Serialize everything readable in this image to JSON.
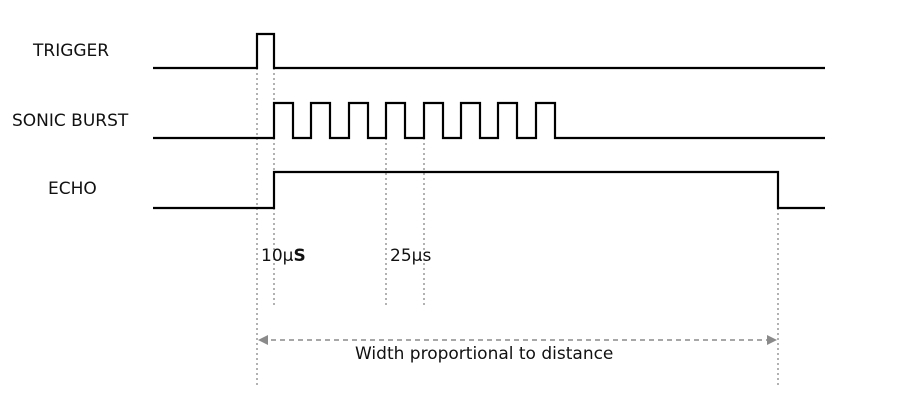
{
  "signals": {
    "trigger": "TRIGGER",
    "sonic_burst": "SONIC BURST",
    "echo": "ECHO"
  },
  "annotations": {
    "trigger_pulse": {
      "value": "10µ",
      "unit": "S"
    },
    "burst_period": "25µs",
    "echo_width": "Width proportional to distance"
  },
  "colors": {
    "signal": "#000000",
    "guide": "#666666",
    "arrow": "#8a8a8a"
  }
}
